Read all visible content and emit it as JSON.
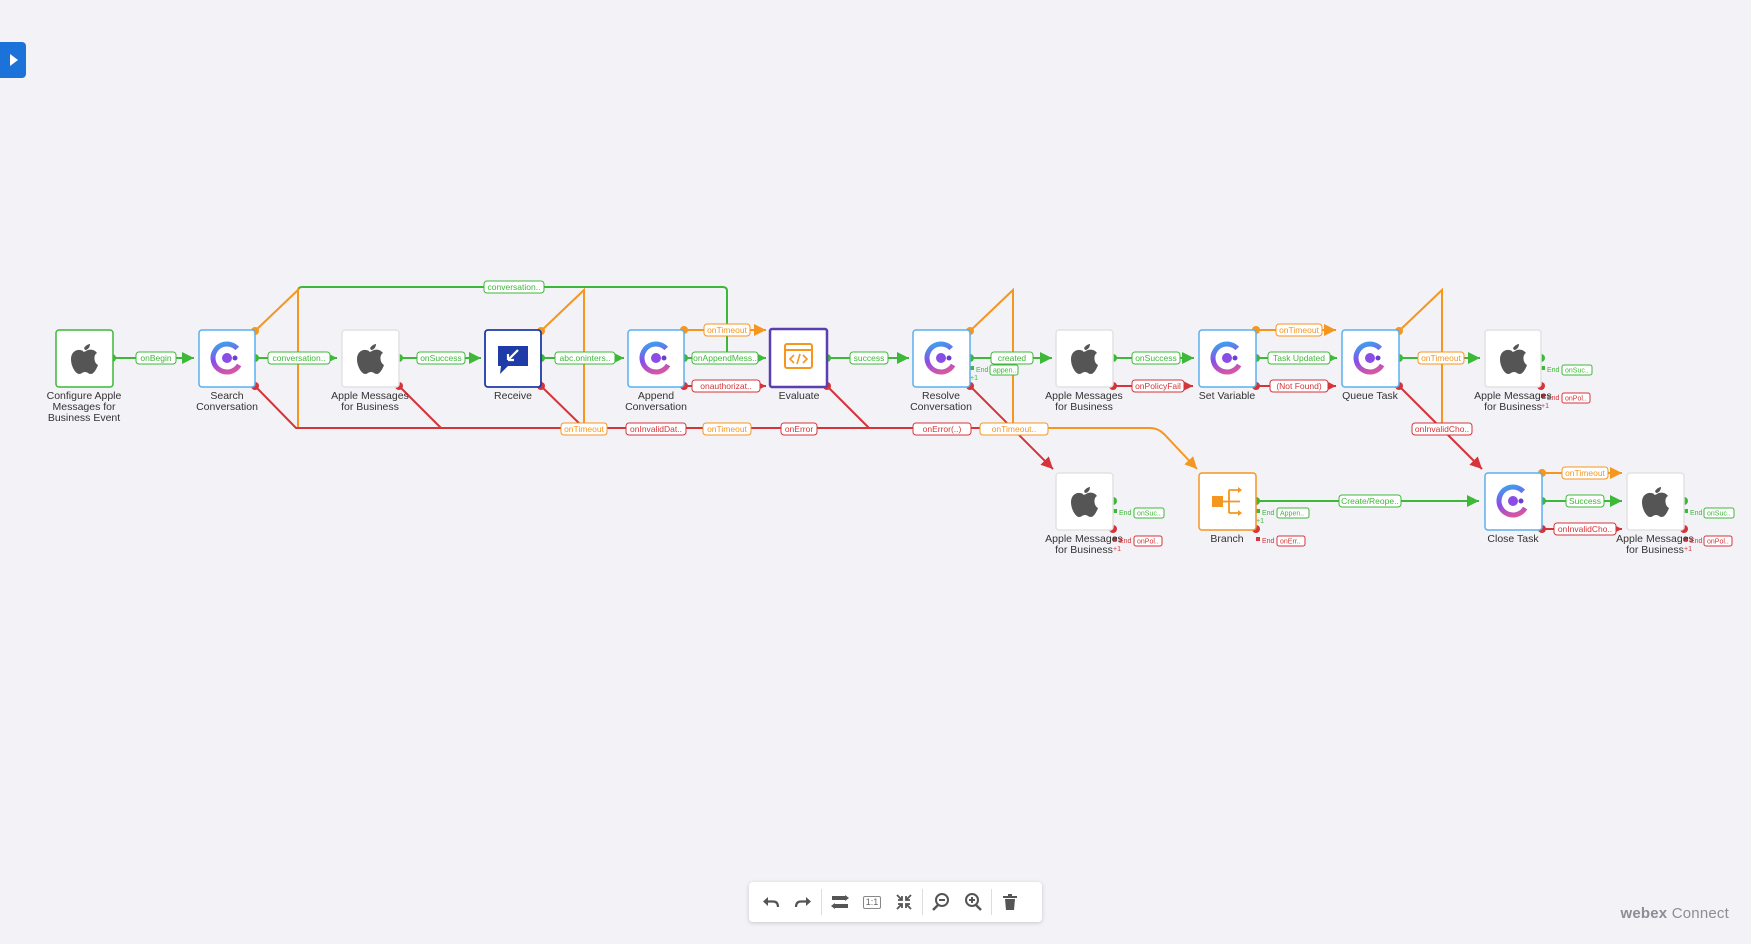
{
  "canvas": {
    "background": "#f3f2f7"
  },
  "colors": {
    "success": "#3db838",
    "timeout": "#f5961f",
    "error": "#d4343a",
    "node_border_cc": "#59b0ef",
    "node_border_apple": "#3db838",
    "receive": "#1e3ba8",
    "evaluate": "#5a3fb0"
  },
  "nodes": [
    {
      "id": "configure",
      "icon": "apple-icon",
      "lines": [
        "Configure Apple",
        "Messages for",
        "Business Event"
      ]
    },
    {
      "id": "search",
      "icon": "webex-cc-icon",
      "lines": [
        "Search",
        "Conversation"
      ]
    },
    {
      "id": "amb1",
      "icon": "apple-icon",
      "lines": [
        "Apple Messages",
        "for Business"
      ]
    },
    {
      "id": "receive",
      "icon": "receive-icon",
      "lines": [
        "Receive"
      ]
    },
    {
      "id": "append",
      "icon": "webex-cc-icon",
      "lines": [
        "Append",
        "Conversation"
      ]
    },
    {
      "id": "evaluate",
      "icon": "code-icon",
      "lines": [
        "Evaluate"
      ]
    },
    {
      "id": "resolve",
      "icon": "webex-cc-icon",
      "lines": [
        "Resolve",
        "Conversation"
      ]
    },
    {
      "id": "amb2",
      "icon": "apple-icon",
      "lines": [
        "Apple Messages",
        "for Business"
      ]
    },
    {
      "id": "setvar",
      "icon": "webex-cc-icon",
      "lines": [
        "Set Variable"
      ]
    },
    {
      "id": "queue",
      "icon": "webex-cc-icon",
      "lines": [
        "Queue Task"
      ]
    },
    {
      "id": "amb3",
      "icon": "apple-icon",
      "lines": [
        "Apple Messages",
        "for Business"
      ]
    },
    {
      "id": "amb4",
      "icon": "apple-icon",
      "lines": [
        "Apple Messages",
        "for Business"
      ]
    },
    {
      "id": "branch",
      "icon": "branch-icon",
      "lines": [
        "Branch"
      ]
    },
    {
      "id": "close",
      "icon": "webex-cc-icon",
      "lines": [
        "Close Task"
      ]
    },
    {
      "id": "amb5",
      "icon": "apple-icon",
      "lines": [
        "Apple Messages",
        "for Business"
      ]
    }
  ],
  "edge_labels": {
    "onBegin": "onBegin",
    "conversation_search": "conversation..",
    "conversation_top": "conversation..",
    "onSuccess1": "onSuccess",
    "abc": "abc.oninters..",
    "onAppendMess": "onAppendMess..",
    "onTimeout_append": "onTimeout",
    "onauthorizat": "onauthorizat..",
    "success_eval": "success",
    "created": "created",
    "onSuccess2": "onSuccess",
    "onPolicyFail": "onPolicyFail",
    "onTimeout_setvar": "onTimeout",
    "task_updated": "Task Updated",
    "not_found": "(Not Found)",
    "onTimeout_queue": "onTimeout",
    "onInvalidCho_queue": "onInvalidCho..",
    "onTimeout_row": "onTimeout",
    "onInvalidDat": "onInvalidDat..",
    "onTimeout_row2": "onTimeout",
    "onError": "onError",
    "onError_resolve": "onError(..)",
    "onTimeout_resolve": "onTimeout..",
    "create_reopen": "Create/Reope..",
    "onTimeout_close": "onTimeout",
    "success_close": "Success",
    "onInvalidCho_close": "onInvalidCho.."
  },
  "end_labels": {
    "end": "End",
    "append": "appen..",
    "onSuc": "onSuc..",
    "onPol": "onPol..",
    "onErr": "onErr..",
    "appen_branch": "Appen..",
    "plus1": "+1"
  },
  "sidebar": {
    "toggle_icon": "play-icon"
  },
  "toolbar": {
    "undo": "undo-icon",
    "redo": "redo-icon",
    "layout": "layout-icon",
    "fit_label": "1:1",
    "collapse": "collapse-icon",
    "zoom_out": "zoom-out-icon",
    "zoom_in": "zoom-in-icon",
    "delete": "trash-icon"
  },
  "brand": {
    "name": "webex",
    "product": "Connect"
  }
}
